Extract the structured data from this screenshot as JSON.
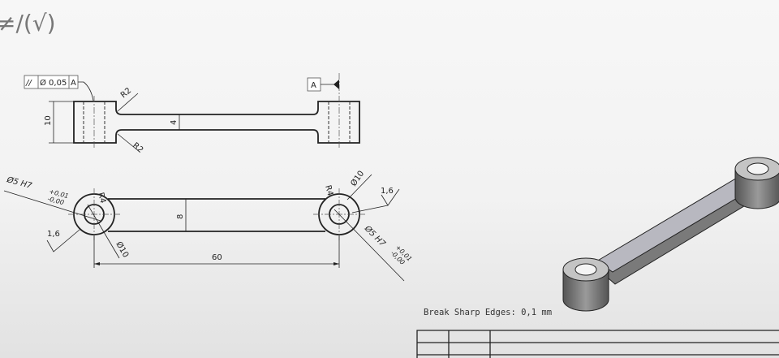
{
  "surface_symbol_partial": "≠/(√)",
  "top_view": {
    "tolerance_frame": {
      "symbol": "//",
      "value": "Ø 0,05",
      "datum": "A"
    },
    "datum_label": "A",
    "height_dim": "10",
    "web_dim": "4",
    "fillet_top": "R2",
    "fillet_bottom": "R2"
  },
  "front_view": {
    "hole_left": "Ø5 H7",
    "tol_upper": "+0,01",
    "tol_lower": "-0,00",
    "radius_left": "R4",
    "radius_right": "R4",
    "boss_left": "Ø10",
    "boss_right": "Ø10",
    "hole_right": "Ø5 H7",
    "roughness_left": "1,6",
    "roughness_right": "1,6",
    "width_dim": "8",
    "length_dim": "60"
  },
  "notes": {
    "break_edges": "Break Sharp Edges: 0,1 mm"
  },
  "colors": {
    "line": "#222222",
    "part_gray": "#8a8a8a"
  }
}
